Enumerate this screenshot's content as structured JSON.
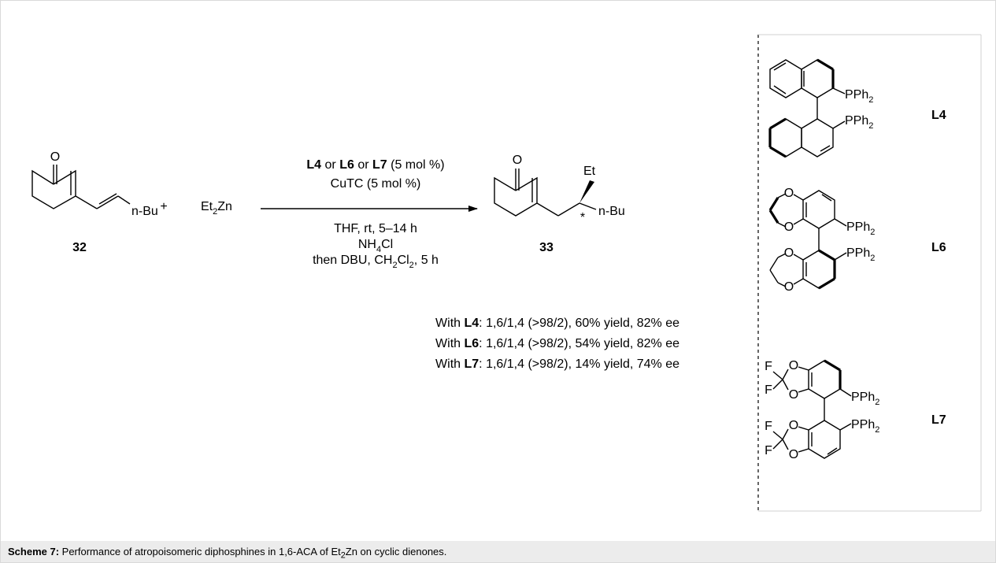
{
  "scheme": {
    "reactant1": {
      "label": "32",
      "carbonyl": "O",
      "substituent": "n-Bu"
    },
    "plus": "+",
    "reagent": {
      "base": "Et",
      "sub": "2",
      "rest": "Zn"
    },
    "conditions": {
      "top1": {
        "l1": "L4",
        "or1": " or ",
        "l2": "L6",
        "or2": " or ",
        "l3": "L7",
        "tail": " (5 mol %)"
      },
      "top2": "CuTC (5 mol %)",
      "bot1": "THF, rt, 5–14 h",
      "bot2": {
        "base": "NH",
        "sub": "4",
        "rest": "Cl"
      },
      "bot3": {
        "pre": "then DBU, CH",
        "s1": "2",
        "mid": "Cl",
        "s2": "2",
        "post": ", 5 h"
      }
    },
    "product": {
      "label": "33",
      "carbonyl": "O",
      "ethyl": "Et",
      "stereo": "*",
      "substituent": "n-Bu"
    },
    "results": [
      {
        "prefix": "With ",
        "ligand": "L4",
        "text": ": 1,6/1,4 (>98/2), 60% yield, 82% ee"
      },
      {
        "prefix": "With ",
        "ligand": "L6",
        "text": ": 1,6/1,4 (>98/2), 54% yield, 82% ee"
      },
      {
        "prefix": "With ",
        "ligand": "L7",
        "text": ": 1,6/1,4 (>98/2), 14% yield, 74% ee"
      }
    ],
    "ligands": {
      "L4": {
        "label": "L4",
        "p1": {
          "base": "PPh",
          "sub": "2"
        },
        "p2": {
          "base": "PPh",
          "sub": "2"
        }
      },
      "L6": {
        "label": "L6",
        "o": "O",
        "p1": {
          "base": "PPh",
          "sub": "2"
        },
        "p2": {
          "base": "PPh",
          "sub": "2"
        }
      },
      "L7": {
        "label": "L7",
        "o": "O",
        "f": "F",
        "p1": {
          "base": "PPh",
          "sub": "2"
        },
        "p2": {
          "base": "PPh",
          "sub": "2"
        }
      }
    }
  },
  "caption": {
    "label": "Scheme 7:",
    "pre": " Performance of atropoisomeric diphosphines in 1,6-ACA of Et",
    "sub": "2",
    "post": "Zn on cyclic dienones."
  }
}
